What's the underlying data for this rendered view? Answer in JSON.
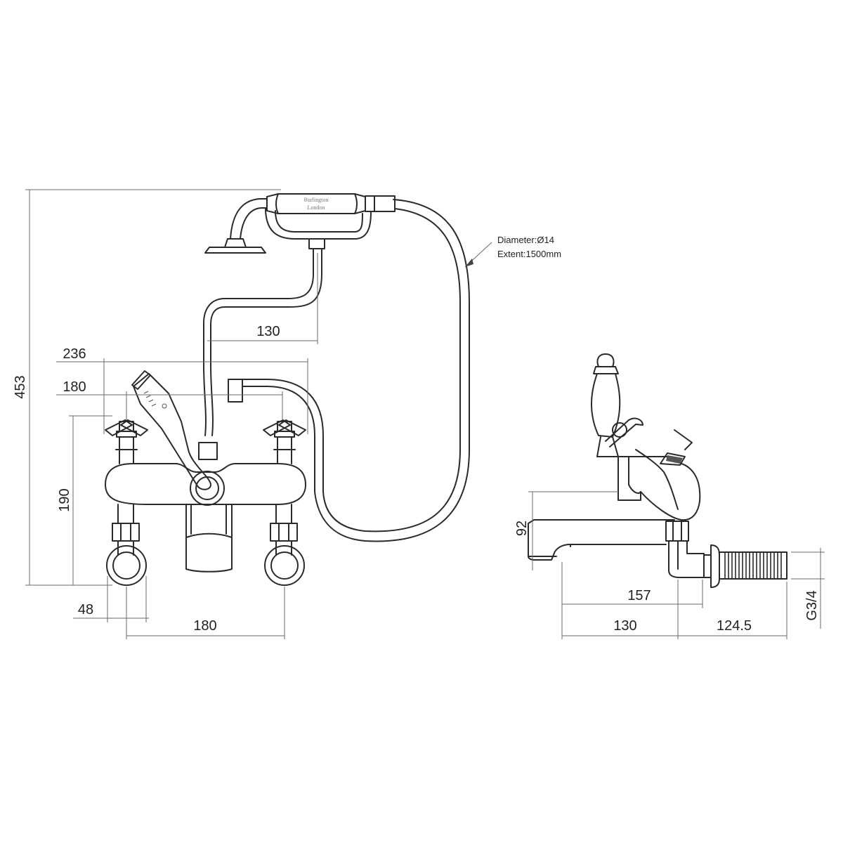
{
  "hose_note": {
    "line1": "Diameter:Ø14",
    "line2": "Extent:1500mm"
  },
  "handset_brand": {
    "line1": "Burlington",
    "line2": "London"
  },
  "front_view": {
    "overall_height": "453",
    "handset_offset": "130",
    "width_outer": "236",
    "width_inner_top": "180",
    "tap_height": "190",
    "leg_width": "48",
    "centres": "180"
  },
  "side_view": {
    "spout_height": "92",
    "spout_reach": "157",
    "body_reach": "130",
    "tail_length": "124.5",
    "thread": "G3/4"
  }
}
